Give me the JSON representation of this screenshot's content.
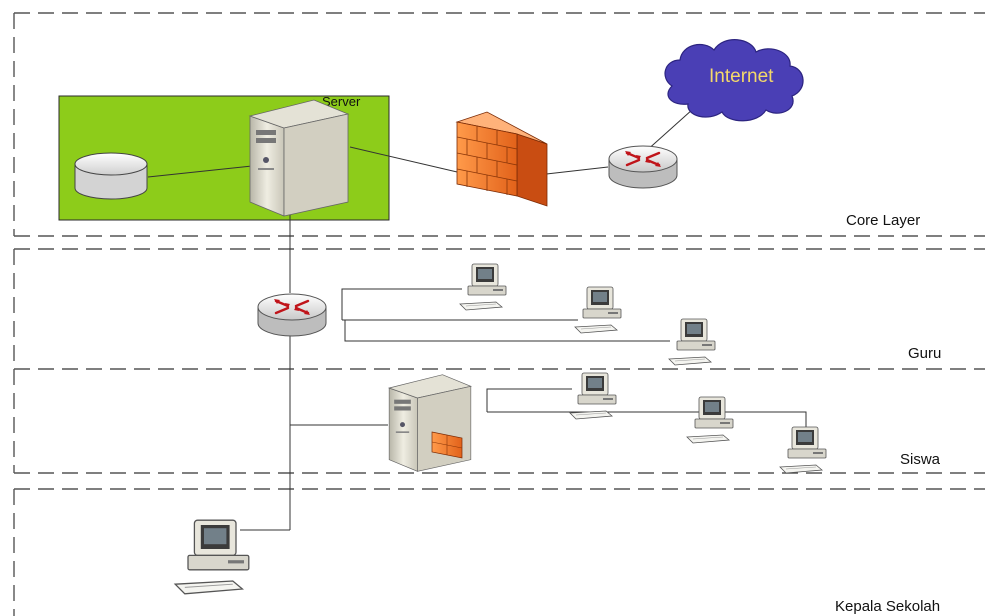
{
  "layers": {
    "core": "Core Layer",
    "guru": "Guru",
    "siswa": "Siswa",
    "kepala": "Kepala Sekolah"
  },
  "server_zone": {
    "label": "Server",
    "color": "#8dcc1a"
  },
  "internet": {
    "label": "Internet",
    "color": "#4a3fb5"
  },
  "nodes": {
    "database": "database-icon",
    "main_server": "server-tower-icon",
    "firewall": "firewall-icon",
    "edge_router": "router-icon",
    "core_router": "router-icon",
    "siswa_server": "server-tower-icon",
    "workstation": "workstation-icon"
  },
  "colors": {
    "firewall": "#f07a2a",
    "router": "#e8e8e8",
    "boundary": "#555555",
    "link": "#333333"
  }
}
